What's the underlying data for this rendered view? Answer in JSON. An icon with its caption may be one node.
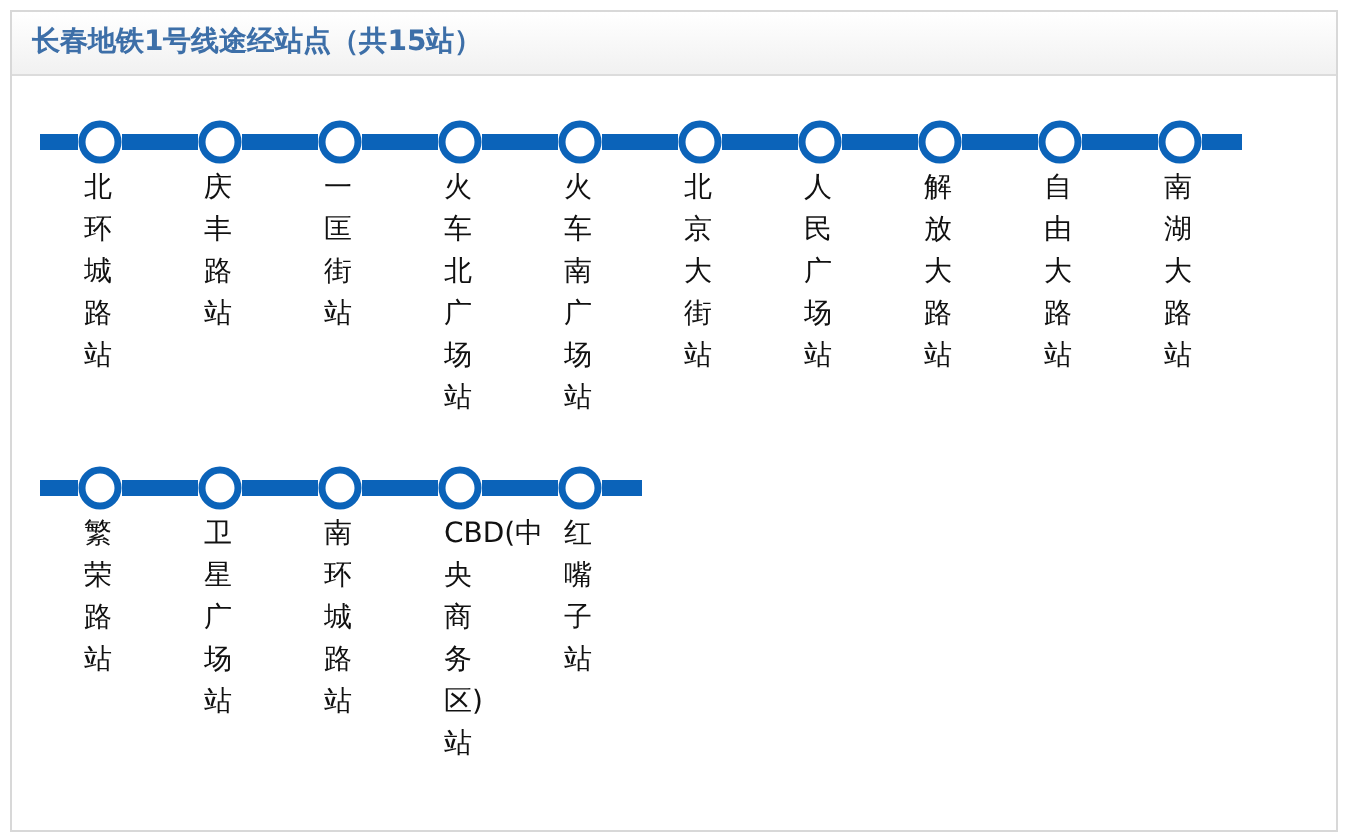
{
  "diagram": {
    "title": "长春地铁1号线途经站点（共15站）",
    "nodes": [
      {
        "text": [
          "北环城路站"
        ]
      },
      {
        "text": [
          "庆丰路站"
        ]
      },
      {
        "text": [
          "一匡街站"
        ]
      },
      {
        "text": [
          "火车北广场站"
        ]
      },
      {
        "text": [
          "火车南广场站"
        ]
      },
      {
        "text": [
          "北京大街站"
        ]
      },
      {
        "text": [
          "人民广场站"
        ]
      },
      {
        "text": [
          "解放大路站"
        ]
      },
      {
        "text": [
          "自由大路站"
        ]
      },
      {
        "text": [
          "南湖大路站"
        ]
      },
      {
        "text": [
          "繁荣路站"
        ]
      },
      {
        "text": [
          "卫星广场站"
        ]
      },
      {
        "text": [
          "南环城路站"
        ]
      },
      {
        "text": [
          "CBD(中央商务区)站"
        ]
      },
      {
        "text": [
          "红嘴子站"
        ]
      }
    ],
    "edges": [
      {
        "from": 0,
        "to": 1,
        "arrow": "none"
      },
      {
        "from": 1,
        "to": 2,
        "arrow": "none"
      },
      {
        "from": 2,
        "to": 3,
        "arrow": "none"
      },
      {
        "from": 3,
        "to": 4,
        "arrow": "none"
      },
      {
        "from": 4,
        "to": 5,
        "arrow": "none"
      },
      {
        "from": 5,
        "to": 6,
        "arrow": "none"
      },
      {
        "from": 6,
        "to": 7,
        "arrow": "none"
      },
      {
        "from": 7,
        "to": 8,
        "arrow": "none"
      },
      {
        "from": 8,
        "to": 9,
        "arrow": "none"
      },
      {
        "from": 10,
        "to": 11,
        "arrow": "none"
      },
      {
        "from": 11,
        "to": 12,
        "arrow": "none"
      },
      {
        "from": 12,
        "to": 13,
        "arrow": "none"
      },
      {
        "from": 13,
        "to": 14,
        "arrow": "none"
      }
    ]
  }
}
